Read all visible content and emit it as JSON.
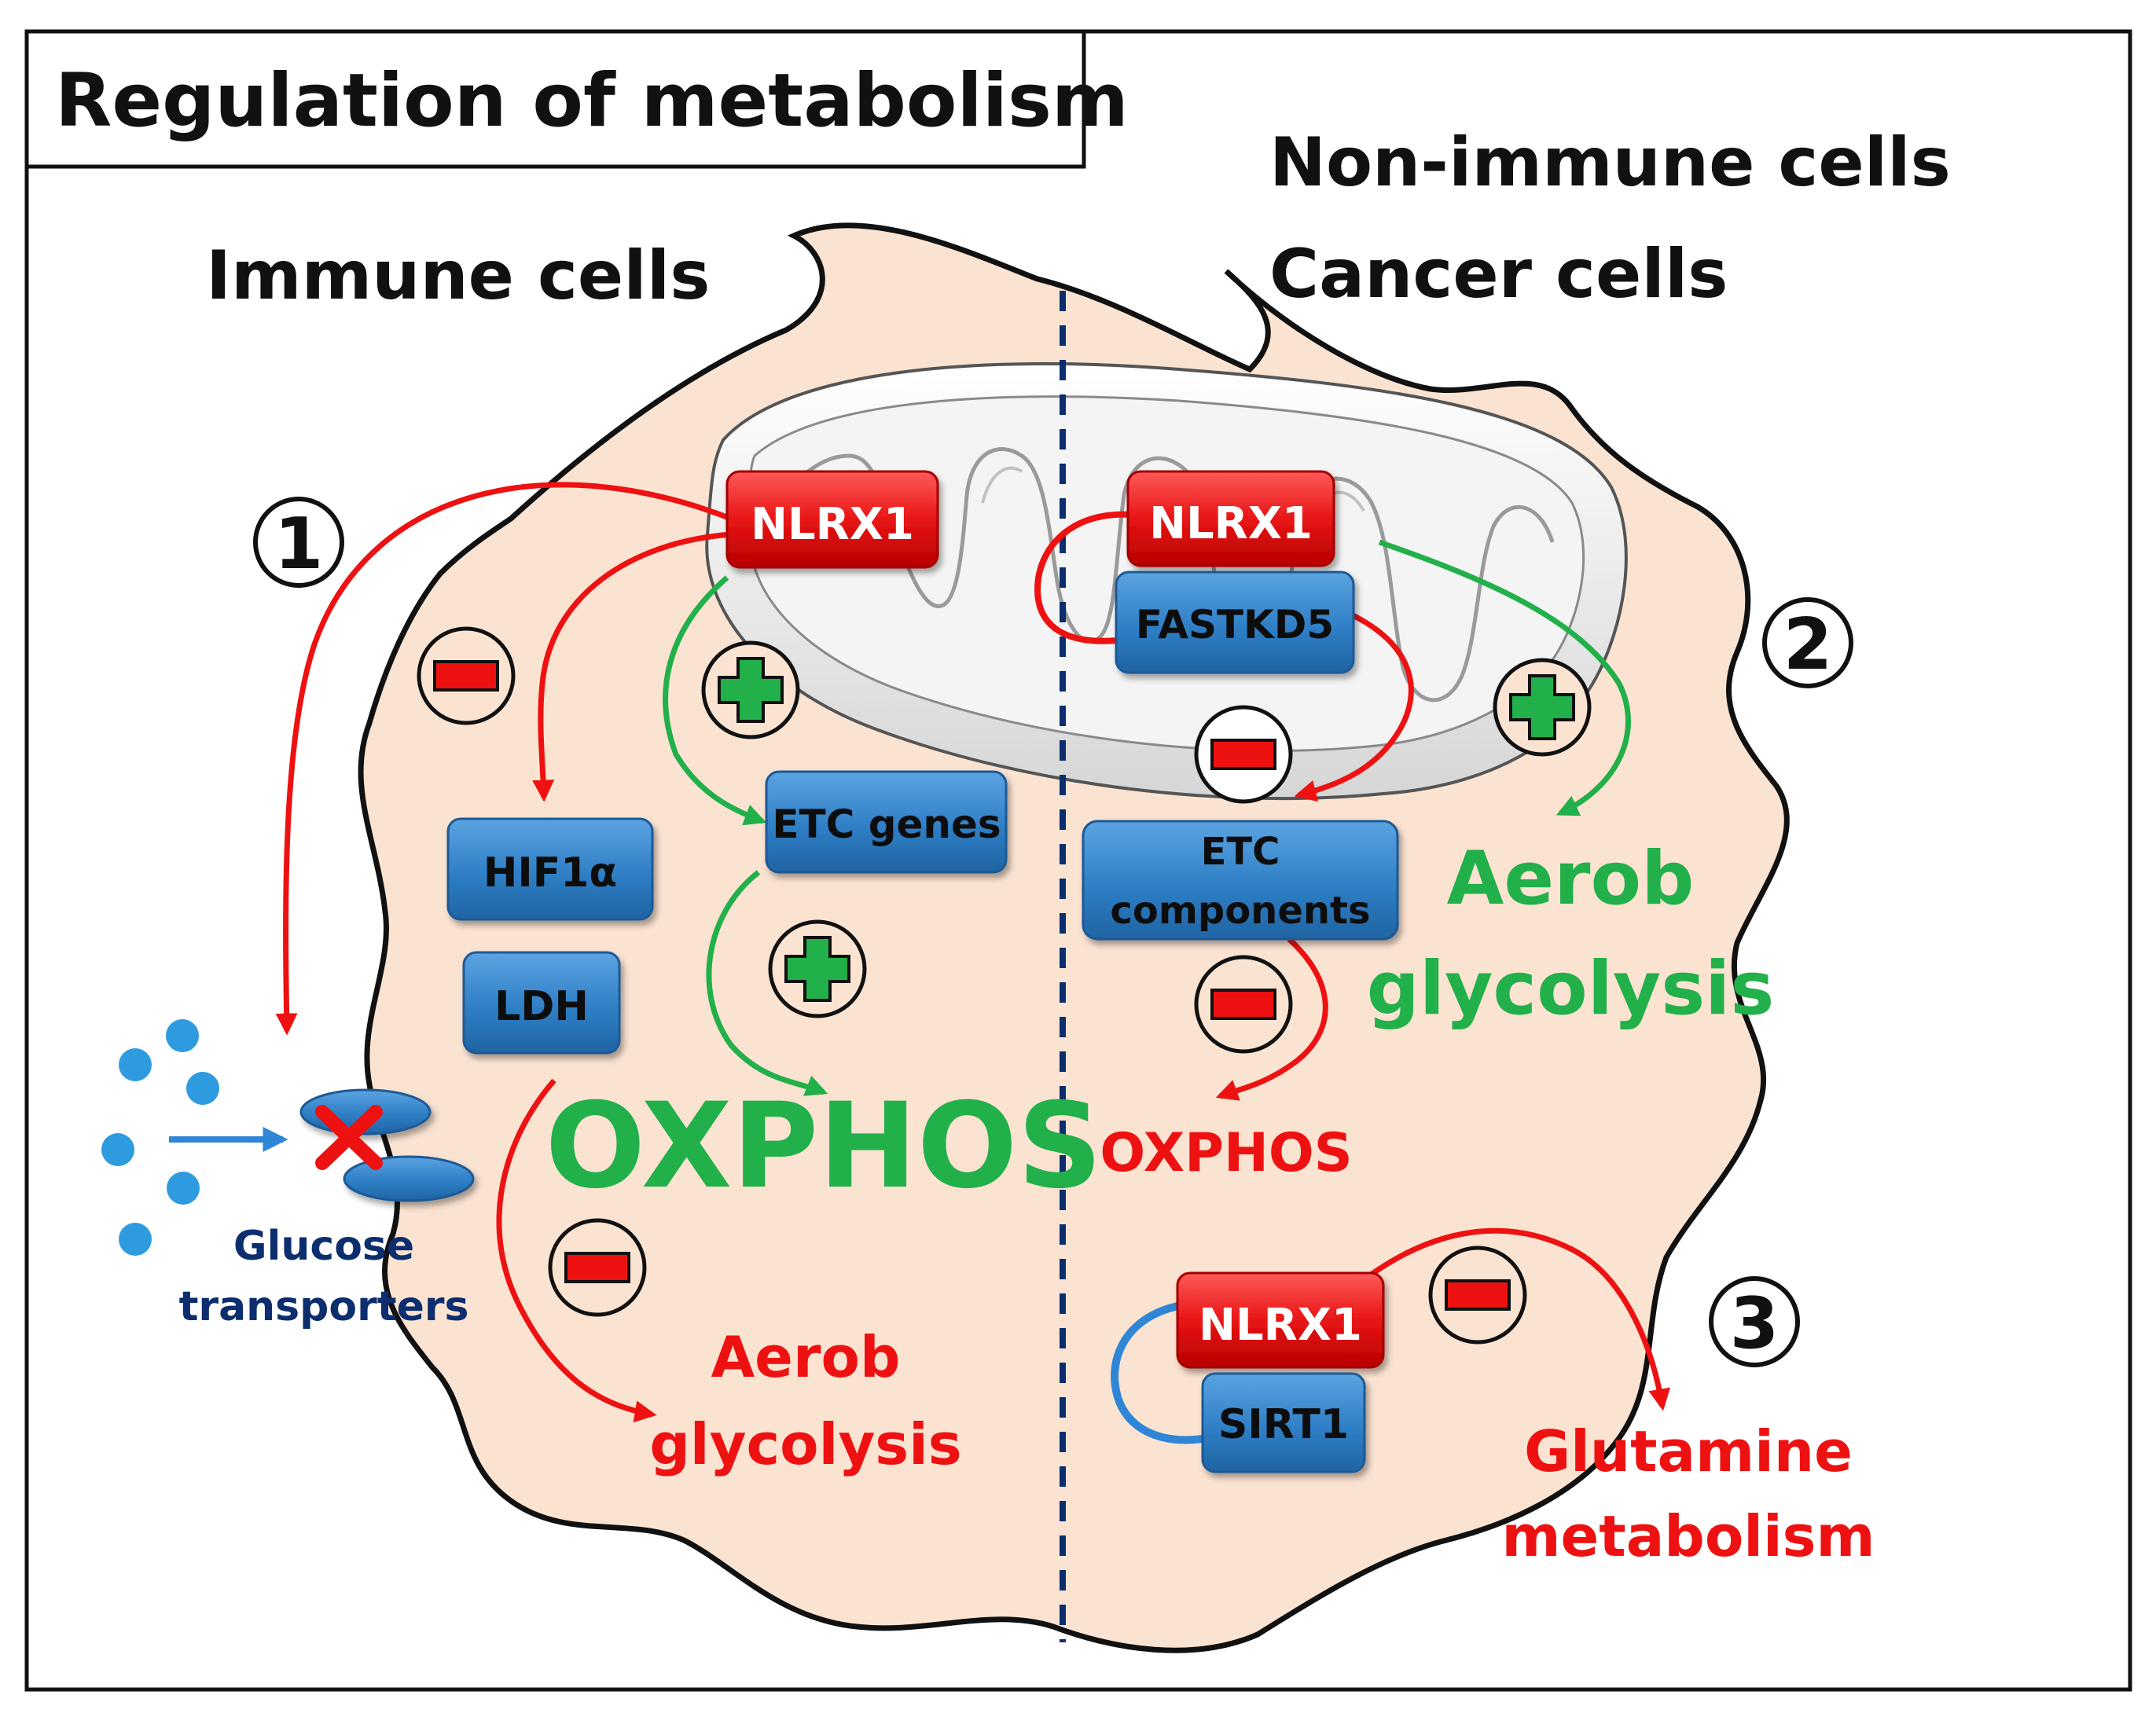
{
  "title": "Regulation of metabolism",
  "sections": {
    "left": "Immune cells",
    "right_line1": "Non-immune cells",
    "right_line2": "Cancer cells"
  },
  "markers": {
    "one": "1",
    "two": "2",
    "three": "3"
  },
  "boxes": {
    "nlrx1_left": "NLRX1",
    "hif1a": "HIF1α",
    "ldh": "LDH",
    "etc_genes": "ETC genes",
    "nlrx1_right": "NLRX1",
    "fastkd5": "FASTKD5",
    "etc_components_line1": "ETC",
    "etc_components_line2": "components",
    "nlrx1_bottom": "NLRX1",
    "sirt1": "SIRT1"
  },
  "labels": {
    "glucose_line1": "Glucose",
    "glucose_line2": "transporters",
    "oxphos_left": "OXPHOS",
    "aerob_left_line1": "Aerob",
    "aerob_left_line2": "glycolysis",
    "oxphos_right": "OXPHOS",
    "aerob_right_line1": "Aerob",
    "aerob_right_line2": "glycolysis",
    "glutamine_line1": "Glutamine",
    "glutamine_line2": "metabolism"
  },
  "colors": {
    "red": "#ee1111",
    "green": "#22b04a",
    "blue_box": "#3a84c8",
    "navy": "#0c2e6e",
    "cell_fill": "#fbe3d2"
  },
  "icons": {
    "inhibit": "minus-circle-icon",
    "activate": "plus-circle-icon",
    "blocked": "red-x-icon"
  }
}
